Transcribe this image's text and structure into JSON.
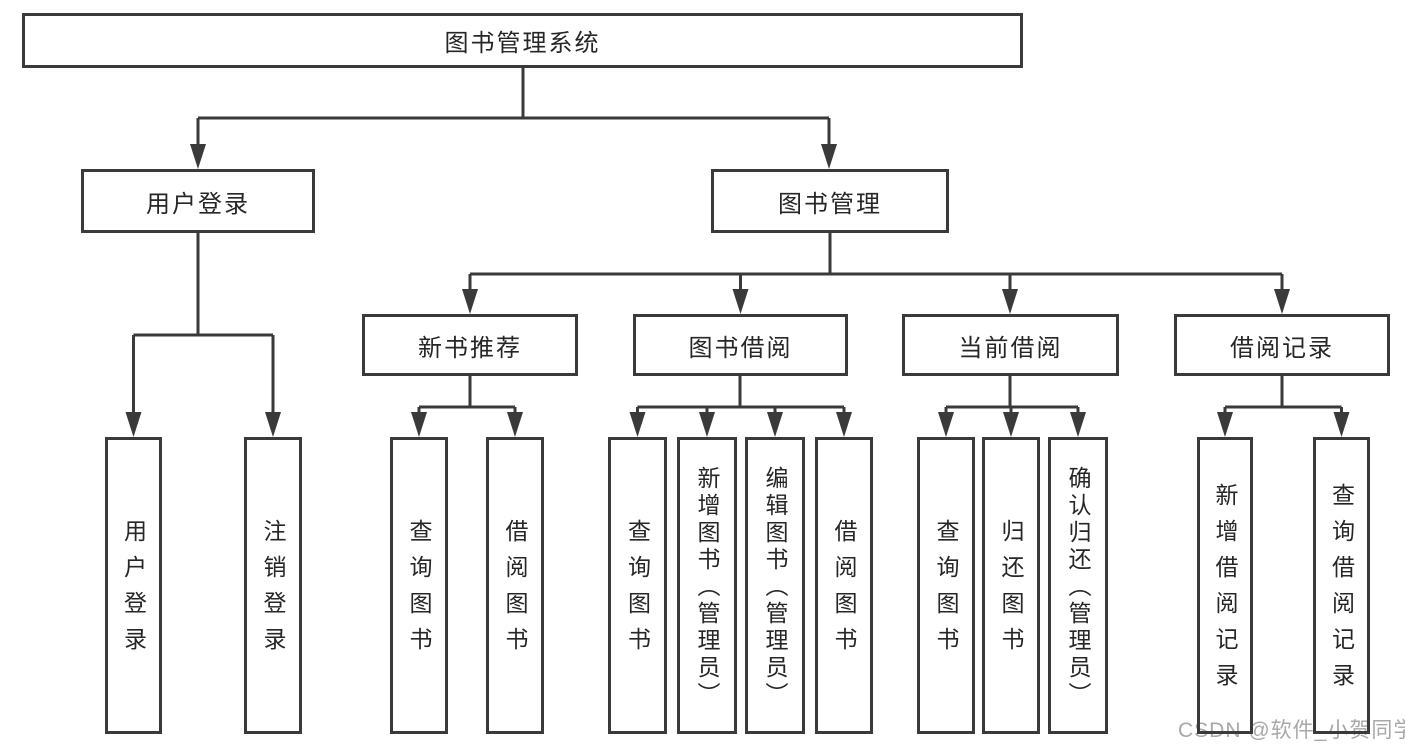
{
  "diagram": {
    "root": {
      "label": "图书管理系统"
    },
    "level2": [
      {
        "label": "用户登录"
      },
      {
        "label": "图书管理"
      }
    ],
    "level3": [
      {
        "label": "新书推荐"
      },
      {
        "label": "图书借阅"
      },
      {
        "label": "当前借阅"
      },
      {
        "label": "借阅记录"
      }
    ],
    "leaves": {
      "login": [
        {
          "label": "用户登录"
        },
        {
          "label": "注销登录"
        }
      ],
      "newbook": [
        {
          "label": "查询图书"
        },
        {
          "label": "借阅图书"
        }
      ],
      "borrow": [
        {
          "label": "查询图书"
        },
        {
          "label": "新增图书（管理员）"
        },
        {
          "label": "编辑图书（管理员）"
        },
        {
          "label": "借阅图书"
        }
      ],
      "current": [
        {
          "label": "查询图书"
        },
        {
          "label": "归还图书"
        },
        {
          "label": "确认归还（管理员）"
        }
      ],
      "records": [
        {
          "label": "新增借阅记录"
        },
        {
          "label": "查询借阅记录"
        }
      ]
    }
  },
  "watermark": {
    "text": "CSDN @软件_小贺同学"
  },
  "colors": {
    "line": "#3a3a3a",
    "box_border": "#3a3a3a",
    "text": "#262626",
    "watermark": "#a8a8a8",
    "background": "#ffffff"
  }
}
